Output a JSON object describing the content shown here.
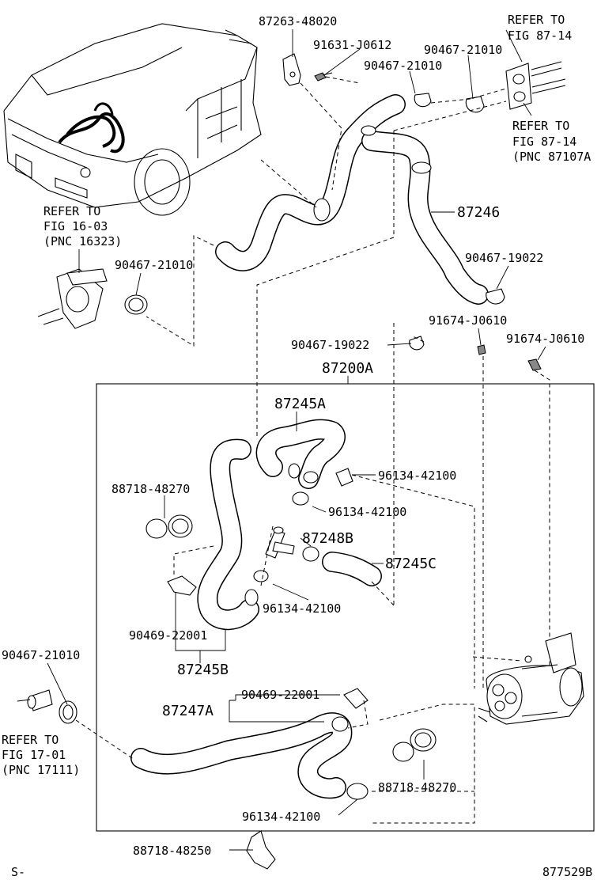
{
  "labels": {
    "p87263_48020": "87263-48020",
    "p91631_J0612": "91631-J0612",
    "p90467_21010_a": "90467-21010",
    "p90467_21010_b": "90467-21010",
    "refer_fig_87_14_a_1": "REFER TO",
    "refer_fig_87_14_a_2": "FIG 87-14",
    "refer_fig_87_14_b_1": "REFER TO",
    "refer_fig_87_14_b_2": "FIG 87-14",
    "refer_fig_87_14_b_3": "(PNC 87107A",
    "refer_fig_16_03_1": "REFER TO",
    "refer_fig_16_03_2": "FIG 16-03",
    "refer_fig_16_03_3": "(PNC 16323)",
    "p90467_21010_c": "90467-21010",
    "p87246": "87246",
    "p90467_19022_a": "90467-19022",
    "p91674_J0610_a": "91674-J0610",
    "p91674_J0610_b": "91674-J0610",
    "p90467_19022_b": "90467-19022",
    "p87200A": "87200A",
    "p87245A": "87245A",
    "p96134_42100_a": "96134-42100",
    "p88718_48270_a": "88718-48270",
    "p96134_42100_b": "96134-42100",
    "p87248B": "87248B",
    "p87245C": "87245C",
    "p96134_42100_c": "96134-42100",
    "p90469_22001_a": "90469-22001",
    "p87245B": "87245B",
    "p90467_21010_d": "90467-21010",
    "p90469_22001_b": "90469-22001",
    "p87247A": "87247A",
    "refer_fig_17_01_1": "REFER TO",
    "refer_fig_17_01_2": "FIG 17-01",
    "refer_fig_17_01_3": "(PNC 17111)",
    "p88718_48270_b": "88718-48270",
    "p96134_42100_d": "96134-42100",
    "p88718_48250": "88718-48250",
    "corner_left": "S-",
    "corner_right": "877529B"
  }
}
